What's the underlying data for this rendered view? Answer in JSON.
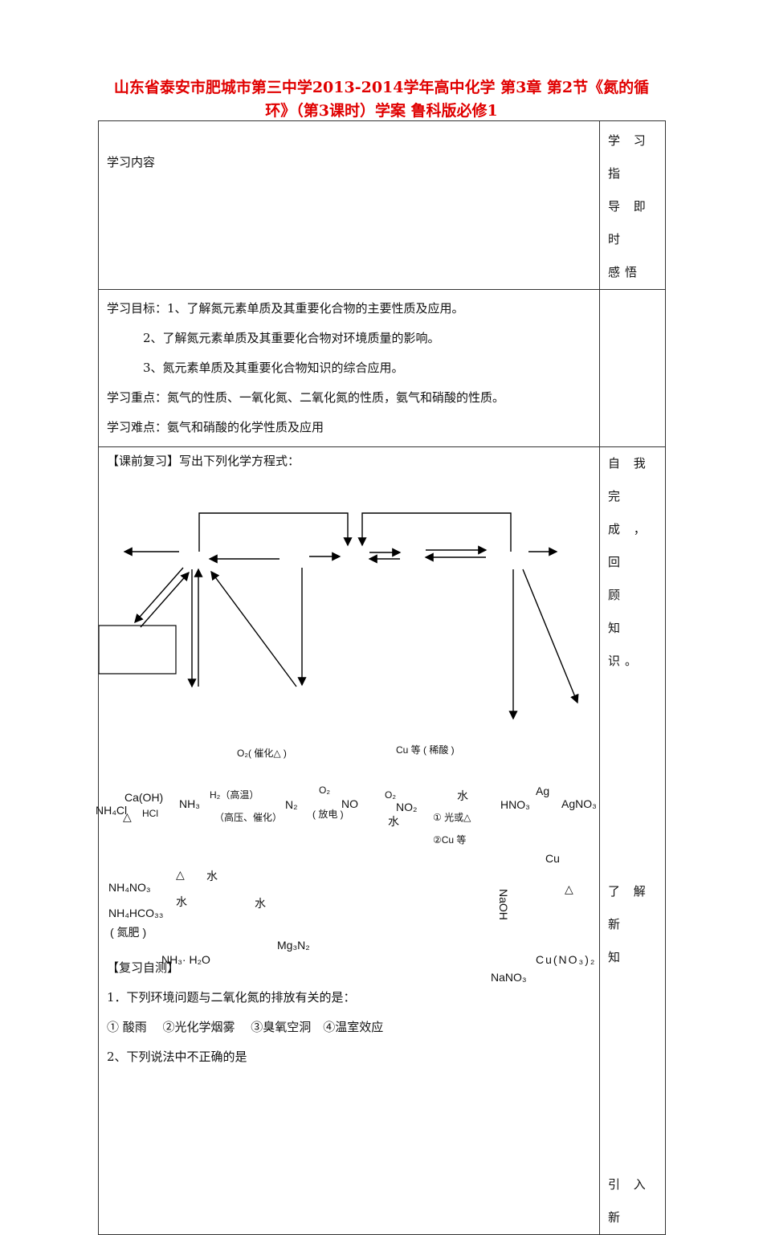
{
  "header": {
    "title_line1": "山东省泰安市肥城市第三中学2013-2014学年高中化学 第3章 第2节《氮的循",
    "title_line2": "环》（第3课时）学案 鲁科版必修1"
  },
  "table": {
    "col_content_header": "学习内容",
    "col_notes_header_lines": [
      "学 习 指",
      "导 即 时",
      "感悟"
    ],
    "goals": {
      "line1": "学习目标：1、了解氮元素单质及其重要化合物的主要性质及应用。",
      "line2": "2、了解氮元素单质及其重要化合物对环境质量的影响。",
      "line3": "3、氮元素单质及其重要化合物知识的综合应用。",
      "key_points": "学习重点：氮气的性质、一氧化氮、二氧化氮的性质，氨气和硝酸的性质。",
      "difficulties": "学习难点：氨气和硝酸的化学性质及应用"
    },
    "review": {
      "heading": "【课前复习】写出下列化学方程式：",
      "side_notes1": [
        "自 我 完",
        "成 ， 回",
        "顾　　知",
        "识。"
      ],
      "side_notes2": [
        "了 解 新",
        "知"
      ],
      "side_notes3": [
        "引 入 新"
      ]
    },
    "diagram": {
      "o2_cat": "O₂( 催化△ )",
      "cu_dilute": "Cu 等 ( 稀酸 )",
      "caoh": "Ca(OH)",
      "nh3": "NH₃",
      "nh4cl": "NH₄Cl",
      "hcl": "HCl",
      "delta1": "△",
      "h2_high": "H₂（高温）",
      "high_press": "（高压、催化）",
      "n2": "N₂",
      "o2_top": "O₂",
      "discharge": "( 放电 )",
      "no": "NO",
      "o2_2": "O₂",
      "no2": "NO₂",
      "water1": "水",
      "water2": "水",
      "light": "① 光或△",
      "cu_etc": "②Cu  等",
      "hno3": "HNO₃",
      "ag": "Ag",
      "agno3": "AgNO₃",
      "box_nh4no3": "NH₄NO₃",
      "box_nh4hco3": "NH₄HCO₃₃",
      "box_fert": "( 氮肥 )",
      "delta2": "△",
      "water3": "水",
      "water4": "水",
      "water5": "水",
      "nh3h2o": "NH₃· H₂O",
      "mg3n2": "Mg₃N₂",
      "naoh": "NaOH",
      "cu_right": "Cu",
      "delta3": "△",
      "nano3": "NaNO₃",
      "cuno3": "Cu(NO₃)₂"
    },
    "self_test": {
      "heading": "【复习自测】",
      "q1": "1．下列环境问题与二氧化氮的排放有关的是：",
      "q1_opts": "① 酸雨　 ②光化学烟雾　 ③臭氧空洞　④温室效应",
      "q2": "2、下列说法中不正确的是"
    }
  }
}
